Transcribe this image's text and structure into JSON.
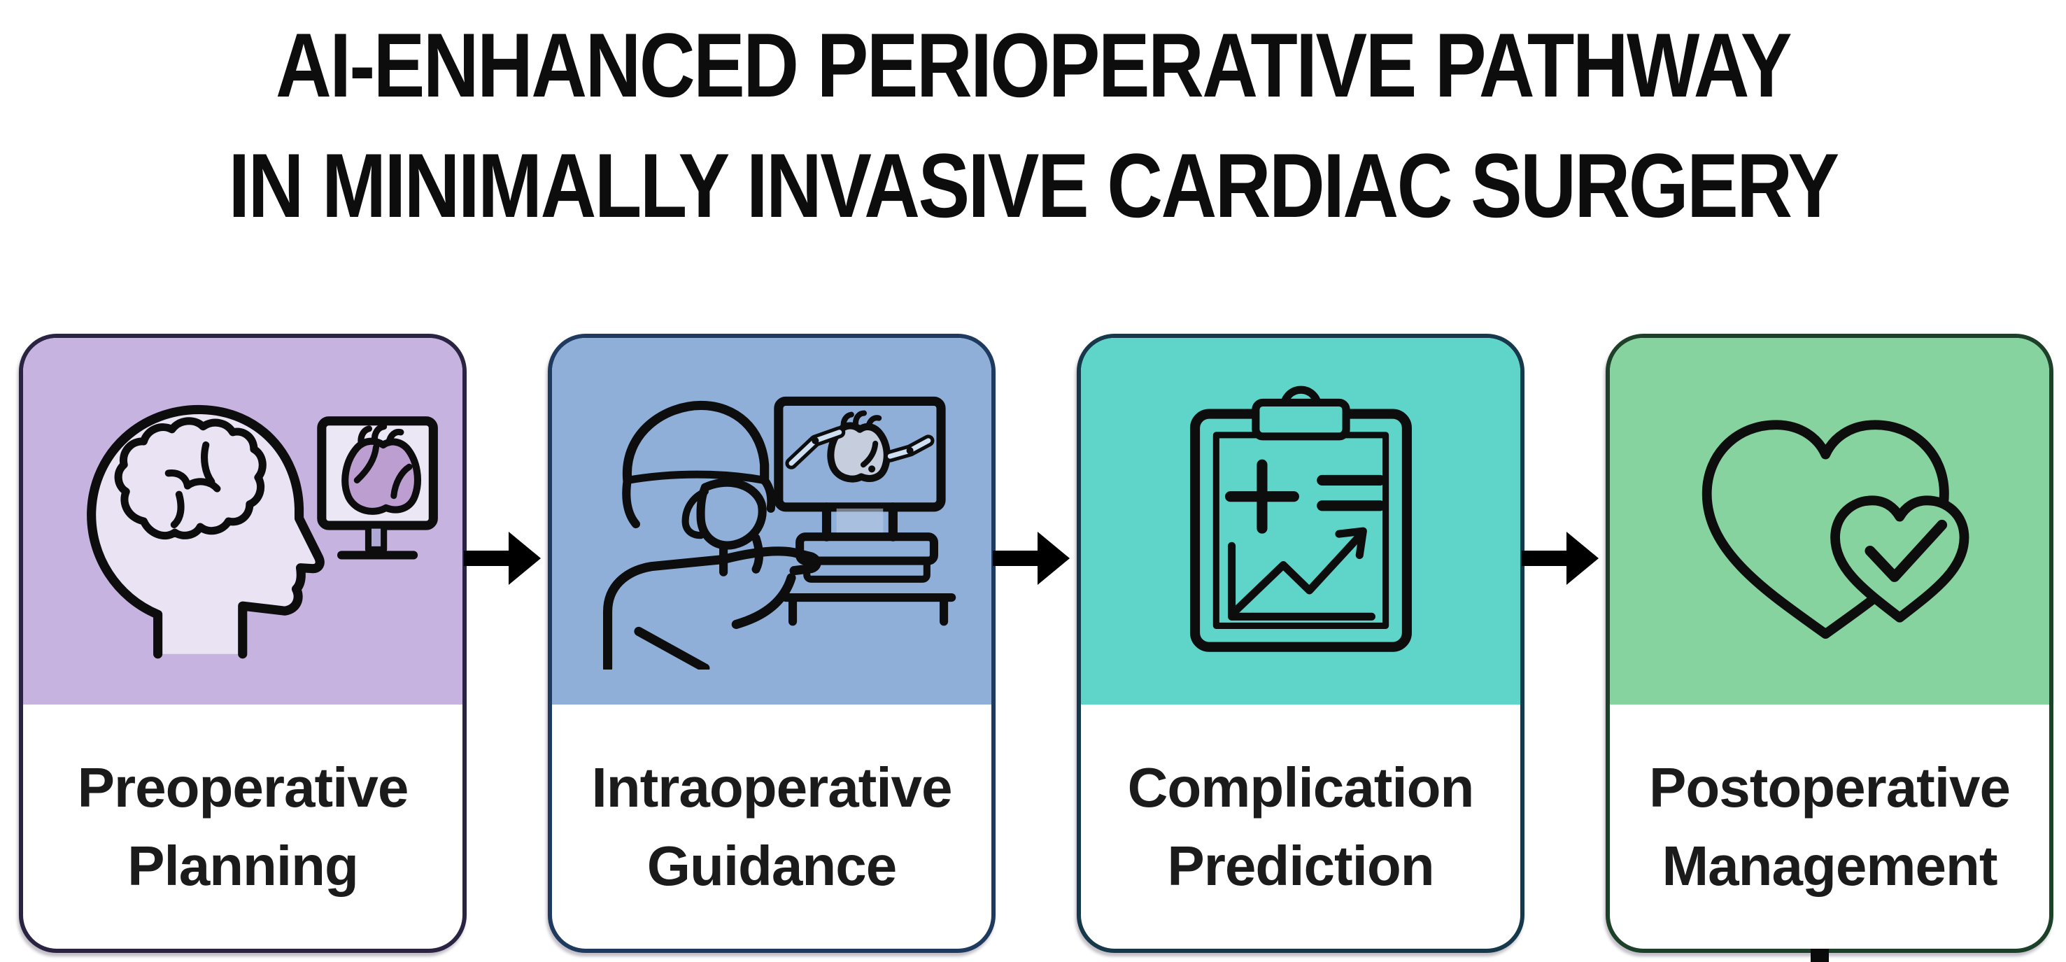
{
  "title": {
    "line1": "AI-ENHANCED PERIOPERATIVE PATHWAY",
    "line2": "IN MINIMALLY INVASIVE CARDIAC SURGERY"
  },
  "pathway": {
    "title_color": "#0d0d0d",
    "text_color": "#1b1b1b",
    "arrow_color": "#000000",
    "steps": [
      {
        "label_line1": "Preoperative",
        "label_line2": "Planning",
        "icon": "brain-head-monitor-icon",
        "header_color": "#c6b3e0",
        "border_color": "#2a2342",
        "icon_fill_head": "#eae3f4",
        "icon_fill_screen": "#ece7f4",
        "icon_fill_heart": "#bd9ed0",
        "icon_fill_stand": "#ada8d4"
      },
      {
        "label_line1": "Intraoperative",
        "label_line2": "Guidance",
        "icon": "surgeon-robotic-console-icon",
        "header_color": "#8fafd9",
        "border_color": "#1e3a5f",
        "icon_fill_heart": "#c6cede",
        "icon_fill_arm": "#cfe0f2"
      },
      {
        "label_line1": "Complication",
        "label_line2": "Prediction",
        "icon": "clipboard-risk-chart-icon",
        "header_color": "#5fd4c9",
        "border_color": "#15384a"
      },
      {
        "label_line1": "Postoperative",
        "label_line2": "Management",
        "icon": "hearts-check-icon",
        "header_color": "#86d3a0",
        "border_color": "#1d4028"
      }
    ]
  }
}
